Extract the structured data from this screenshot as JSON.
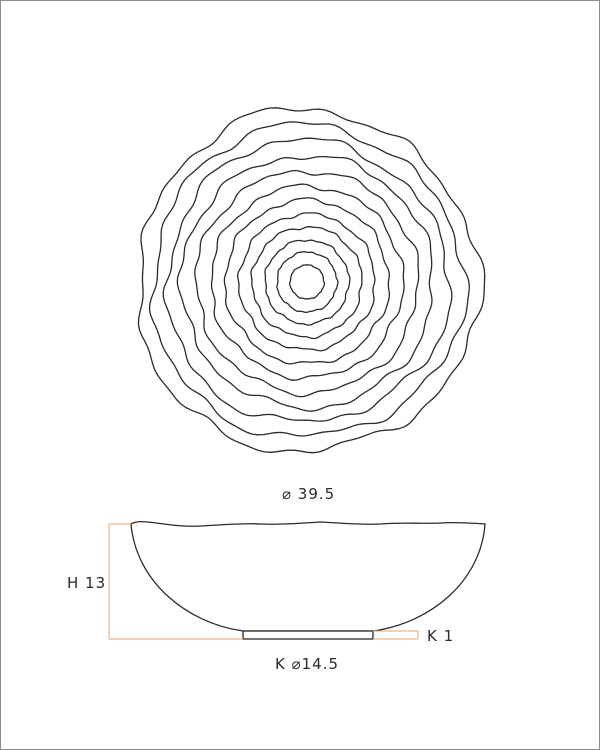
{
  "labels": {
    "top_diameter": "⌀ 39.5",
    "height": "H 13",
    "foot_height": "K 1",
    "foot_diameter": "K ⌀14.5"
  },
  "colors": {
    "line": "#2b2b2b",
    "dimension": "#e8a36a",
    "frame": "#8c8c8c"
  }
}
